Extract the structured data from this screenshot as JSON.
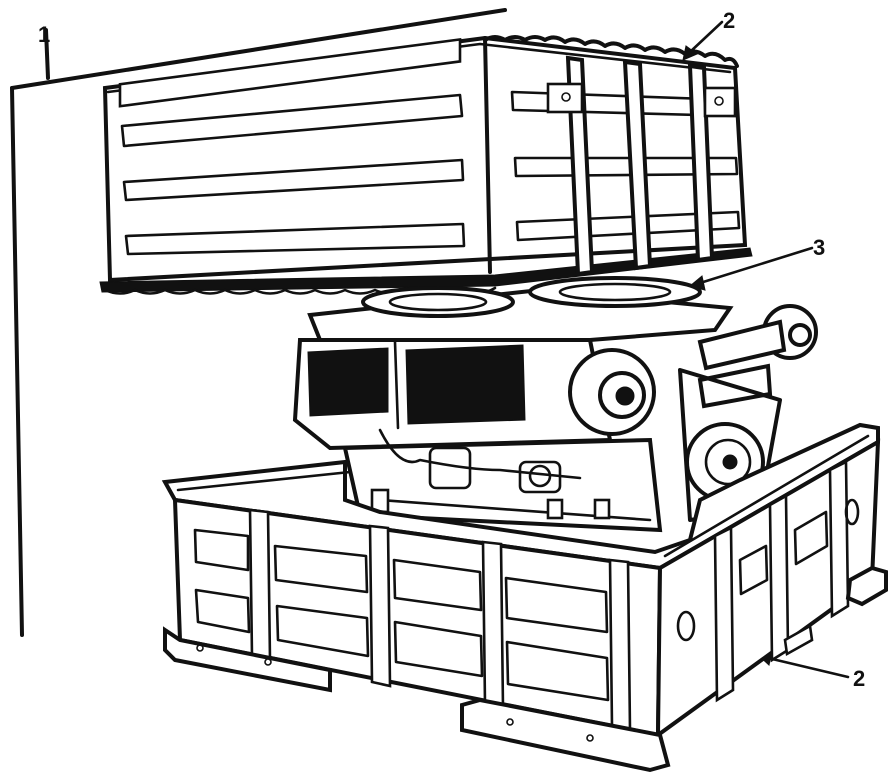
{
  "callouts": {
    "c1": "1",
    "c2_top": "2",
    "c3": "3",
    "c2_bottom": "2"
  },
  "colors": {
    "ink": "#111111",
    "paper": "#ffffff"
  }
}
